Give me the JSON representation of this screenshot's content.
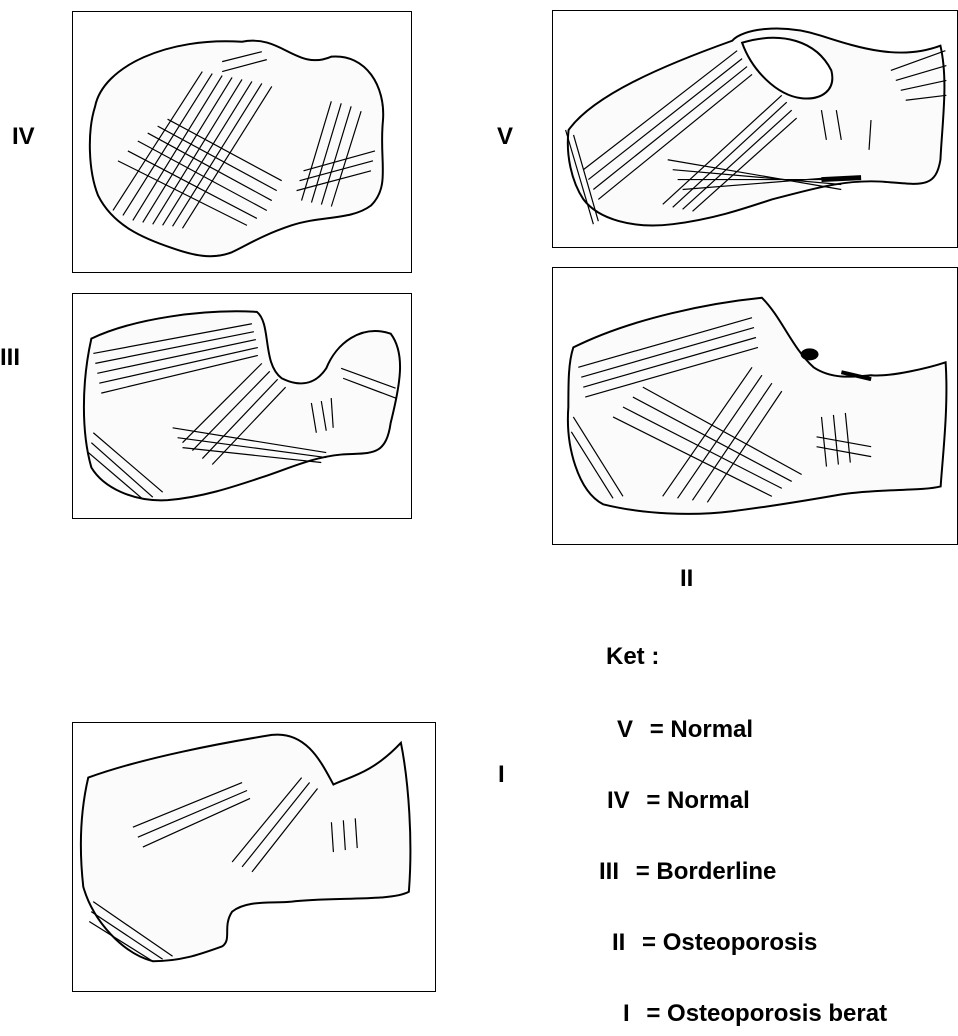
{
  "panels": {
    "iv": {
      "label": "IV"
    },
    "v": {
      "label": "V"
    },
    "iii": {
      "label": "III"
    },
    "ii": {
      "label": "II"
    },
    "i": {
      "label": "I"
    }
  },
  "key": {
    "title": "Ket :",
    "items": [
      {
        "code": "V",
        "desc": "= Normal"
      },
      {
        "code": "IV",
        "desc": "= Normal"
      },
      {
        "code": "III",
        "desc": "= Borderline"
      },
      {
        "code": "II",
        "desc": "= Osteoporosis"
      },
      {
        "code": "I",
        "desc": "= Osteoporosis berat"
      }
    ]
  }
}
